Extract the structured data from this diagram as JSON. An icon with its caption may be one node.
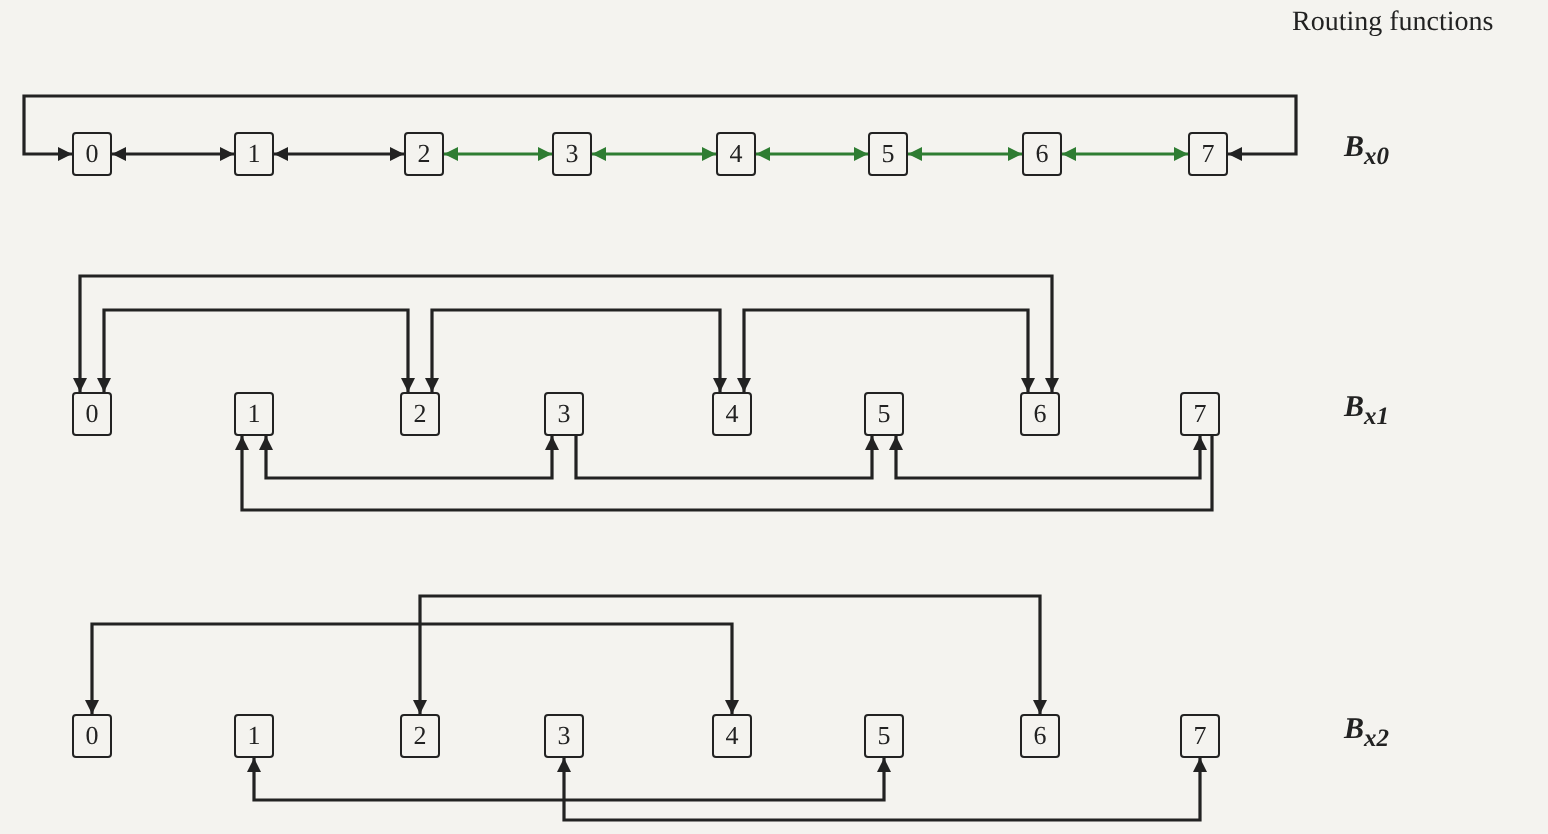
{
  "diagram": {
    "nodes": [
      {
        "text": [
          "0"
        ]
      },
      {
        "text": [
          "1"
        ]
      },
      {
        "text": [
          "2"
        ]
      },
      {
        "text": [
          "3"
        ]
      },
      {
        "text": [
          "4"
        ]
      },
      {
        "text": [
          "5"
        ]
      },
      {
        "text": [
          "6"
        ]
      },
      {
        "text": [
          "7"
        ]
      },
      {
        "text": [
          "0"
        ]
      },
      {
        "text": [
          "1"
        ]
      },
      {
        "text": [
          "2"
        ]
      },
      {
        "text": [
          "3"
        ]
      },
      {
        "text": [
          "4"
        ]
      },
      {
        "text": [
          "5"
        ]
      },
      {
        "text": [
          "6"
        ]
      },
      {
        "text": [
          "7"
        ]
      },
      {
        "text": [
          "0"
        ]
      },
      {
        "text": [
          "1"
        ]
      },
      {
        "text": [
          "2"
        ]
      },
      {
        "text": [
          "3"
        ]
      },
      {
        "text": [
          "4"
        ]
      },
      {
        "text": [
          "5"
        ]
      },
      {
        "text": [
          "6"
        ]
      },
      {
        "text": [
          "7"
        ]
      }
    ],
    "edges": [
      {
        "from": 0,
        "to": 1,
        "arrow": "both"
      },
      {
        "from": 1,
        "to": 2,
        "arrow": "both"
      },
      {
        "from": 2,
        "to": 3,
        "arrow": "both",
        "color": "#2e7d32"
      },
      {
        "from": 3,
        "to": 4,
        "arrow": "both",
        "color": "#2e7d32"
      },
      {
        "from": 4,
        "to": 5,
        "arrow": "both",
        "color": "#2e7d32"
      },
      {
        "from": 5,
        "to": 6,
        "arrow": "both",
        "color": "#2e7d32"
      },
      {
        "from": 6,
        "to": 7,
        "arrow": "both",
        "color": "#2e7d32"
      },
      {
        "from": 7,
        "to": 0,
        "arrow": "both"
      },
      {
        "from": 8,
        "to": 14,
        "arrow": "both"
      },
      {
        "from": 8,
        "to": 10,
        "arrow": "both"
      },
      {
        "from": 10,
        "to": 12,
        "arrow": "both"
      },
      {
        "from": 12,
        "to": 14,
        "arrow": "both"
      },
      {
        "from": 9,
        "to": 11,
        "arrow": "both"
      },
      {
        "from": 11,
        "to": 13,
        "arrow": "to"
      },
      {
        "from": 13,
        "to": 15,
        "arrow": "both"
      },
      {
        "from": 15,
        "to": 9,
        "arrow": "to"
      },
      {
        "from": 18,
        "to": 22,
        "arrow": "both"
      },
      {
        "from": 16,
        "to": 20,
        "arrow": "both"
      },
      {
        "from": 17,
        "to": 21,
        "arrow": "both"
      },
      {
        "from": 19,
        "to": 23,
        "arrow": "both"
      }
    ],
    "labels": [
      "Routing functions",
      "B$_{x0}$",
      "B$_{x1}$",
      "B$_{x2}$"
    ]
  }
}
